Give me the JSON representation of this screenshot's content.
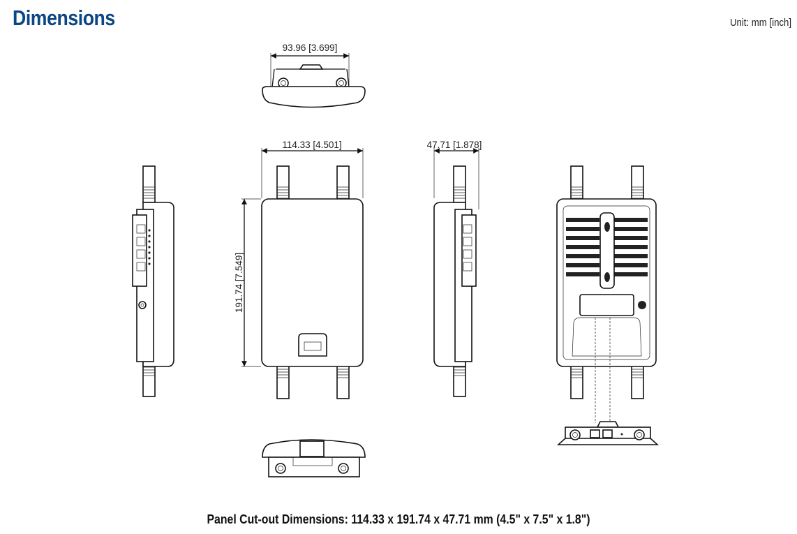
{
  "header": {
    "title": "Dimensions",
    "unit": "Unit: mm [inch]"
  },
  "dimensions": {
    "top_width": "93.96 [3.699]",
    "front_width": "114.33 [4.501]",
    "front_height": "191.74 [7.549]",
    "side_depth": "47.71 [1.878]"
  },
  "caption": "Panel Cut-out Dimensions: 114.33 x 191.74 x 47.71 mm (4.5\" x 7.5\" x 1.8\")"
}
